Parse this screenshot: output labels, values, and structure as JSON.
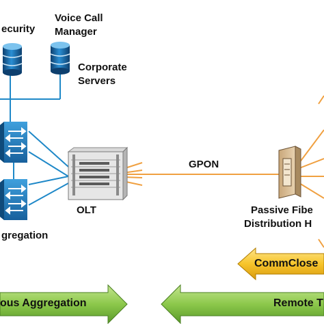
{
  "labels": {
    "security": "ecurity",
    "voice_call_manager_1": "Voice Call",
    "voice_call_manager_2": "Manager",
    "corporate_servers_1": "Corporate",
    "corporate_servers_2": "Servers",
    "gpon": "GPON",
    "olt": "OLT",
    "aggregation": "gregation",
    "passive_fiber_1": "Passive Fibe",
    "passive_fiber_2": "Distribution H"
  },
  "banners": {
    "commclose": "CommClose",
    "aggregation": "ous Aggregation",
    "remote": "Remote T"
  },
  "colors": {
    "fiber": "#f0a040",
    "link": "#1e88c8",
    "green_arrow": "#86c440",
    "yellow_arrow": "#f7c52b"
  },
  "icons": [
    "database-icon",
    "database-icon",
    "network-switch-icon",
    "network-switch-icon",
    "olt-chassis-icon",
    "fiber-distribution-hub-icon"
  ]
}
